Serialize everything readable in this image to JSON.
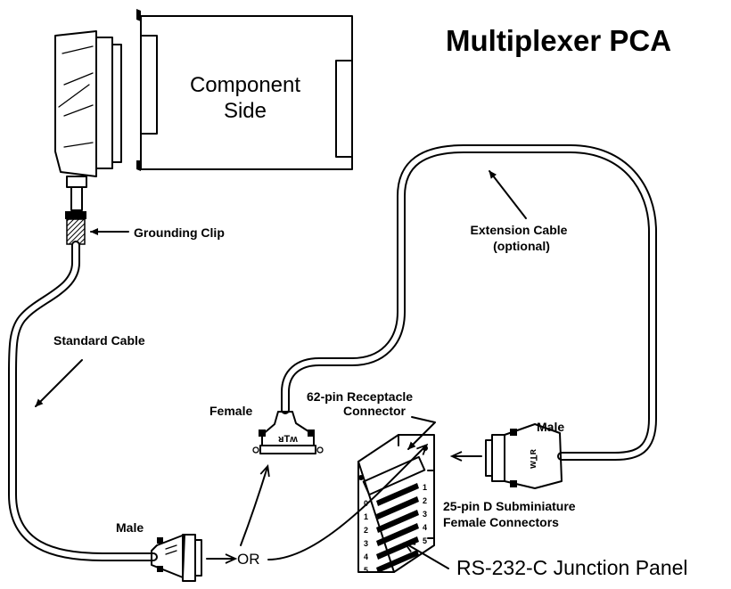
{
  "diagram": {
    "title": "Multiplexer PCA",
    "board_label_line1": "Component",
    "board_label_line2": "Side",
    "labels": {
      "grounding_clip": "Grounding Clip",
      "standard_cable": "Standard Cable",
      "extension_cable_line1": "Extension Cable",
      "extension_cable_line2": "(optional)",
      "female": "Female",
      "receptacle_line1": "62-pin Receptacle",
      "receptacle_line2": "Connector",
      "male_right": "Male",
      "male_bottom": "Male",
      "or": "OR",
      "subminiature_line1": "25-pin D Subminiature",
      "subminiature_line2": "Female Connectors",
      "junction_panel": "RS-232-C Junction Panel"
    },
    "port_numbers_left": [
      "0",
      "1",
      "2",
      "3",
      "4",
      "5"
    ],
    "port_numbers_right": [
      "1",
      "2",
      "3",
      "4",
      "5"
    ]
  }
}
